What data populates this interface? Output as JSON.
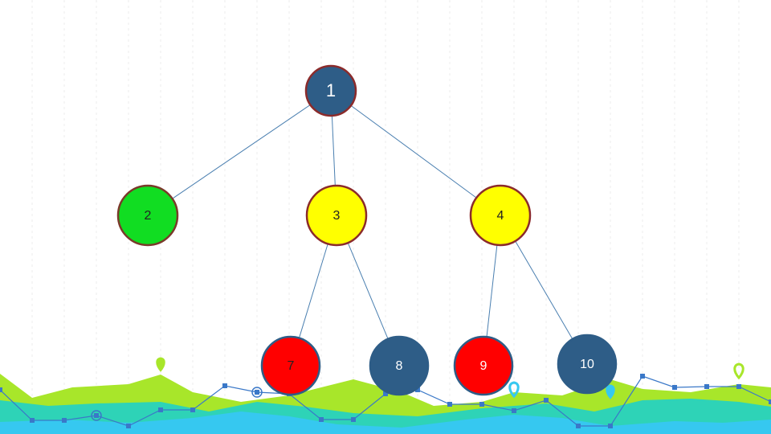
{
  "diagram": {
    "type": "tree",
    "nodes": [
      {
        "id": "1",
        "label": "1",
        "fill": "#2e5d87",
        "stroke": "#8b2b2b",
        "text_color": "#ffffff"
      },
      {
        "id": "2",
        "label": "2",
        "fill": "#11dd22",
        "stroke": "#7a3a2a",
        "text_color": "#222222"
      },
      {
        "id": "3",
        "label": "3",
        "fill": "#ffff00",
        "stroke": "#8b2b2b",
        "text_color": "#222222"
      },
      {
        "id": "4",
        "label": "4",
        "fill": "#ffff00",
        "stroke": "#8b2b2b",
        "text_color": "#222222"
      },
      {
        "id": "7",
        "label": "7",
        "fill": "#ff0000",
        "stroke": "#2e5d87",
        "text_color": "#222222"
      },
      {
        "id": "8",
        "label": "8",
        "fill": "#2e5d87",
        "stroke": "#2e5d87",
        "text_color": "#ffffff"
      },
      {
        "id": "9",
        "label": "9",
        "fill": "#ff0000",
        "stroke": "#2e5d87",
        "text_color": "#ffffff"
      },
      {
        "id": "10",
        "label": "10",
        "fill": "#2e5d87",
        "stroke": "#2e5d87",
        "text_color": "#ffffff"
      }
    ],
    "edges": [
      {
        "from": "1",
        "to": "2"
      },
      {
        "from": "1",
        "to": "3"
      },
      {
        "from": "1",
        "to": "4"
      },
      {
        "from": "3",
        "to": "7"
      },
      {
        "from": "3",
        "to": "8"
      },
      {
        "from": "4",
        "to": "9"
      },
      {
        "from": "4",
        "to": "10"
      }
    ],
    "edge_color": "#4a7fb0"
  },
  "decoration": {
    "colors": {
      "lime": "#a8e62a",
      "teal": "#2ed3b7",
      "cyan": "#36c8f0",
      "line_blue": "#3a78c8",
      "grid": "#eeeeee"
    },
    "icons": [
      "map-pin-icon",
      "map-pin-icon",
      "map-pin-icon",
      "map-pin-icon"
    ]
  }
}
